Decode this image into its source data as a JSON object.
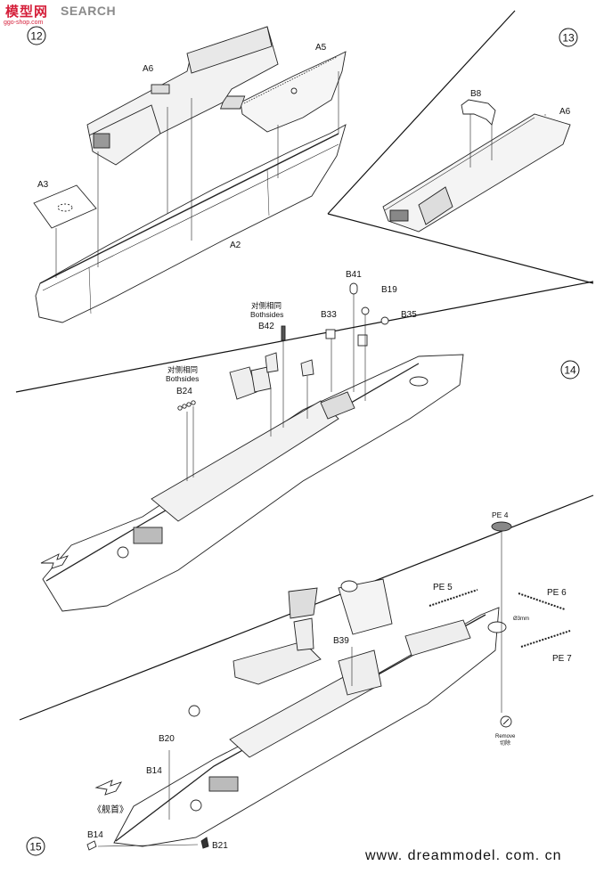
{
  "watermark": {
    "brand": "模型网",
    "label": "SEARCH",
    "url": "ggo-shop.com"
  },
  "steps": [
    {
      "number": "12"
    },
    {
      "number": "13"
    },
    {
      "number": "14"
    },
    {
      "number": "15"
    }
  ],
  "step12": {
    "parts": {
      "a6": "A6",
      "a5": "A5",
      "a3": "A3",
      "a2": "A2"
    }
  },
  "step13": {
    "parts": {
      "b8": "B8",
      "a6": "A6"
    }
  },
  "step14": {
    "parts": {
      "b41": "B41",
      "b19": "B19",
      "b33": "B33",
      "b35": "B35",
      "b42": "B42",
      "b24": "B24"
    },
    "bothsides_cn_1": "对侧相同",
    "bothsides_en_1": "Bothsides",
    "bothsides_cn_2": "对侧相同",
    "bothsides_en_2": "Bothsides"
  },
  "step15": {
    "parts": {
      "pe4": "PE 4",
      "pe5": "PE 5",
      "pe6": "PE 6",
      "pe7": "PE 7",
      "b39": "B39",
      "b20": "B20",
      "b14a": "B14",
      "b14b": "B14",
      "b21": "B21"
    },
    "remove_en": "Remove",
    "remove_cn": "切除",
    "bow_label": "《舰首》",
    "dimension": "Ø3mm"
  },
  "footer": {
    "site": "www. dreammodel. com. cn"
  }
}
